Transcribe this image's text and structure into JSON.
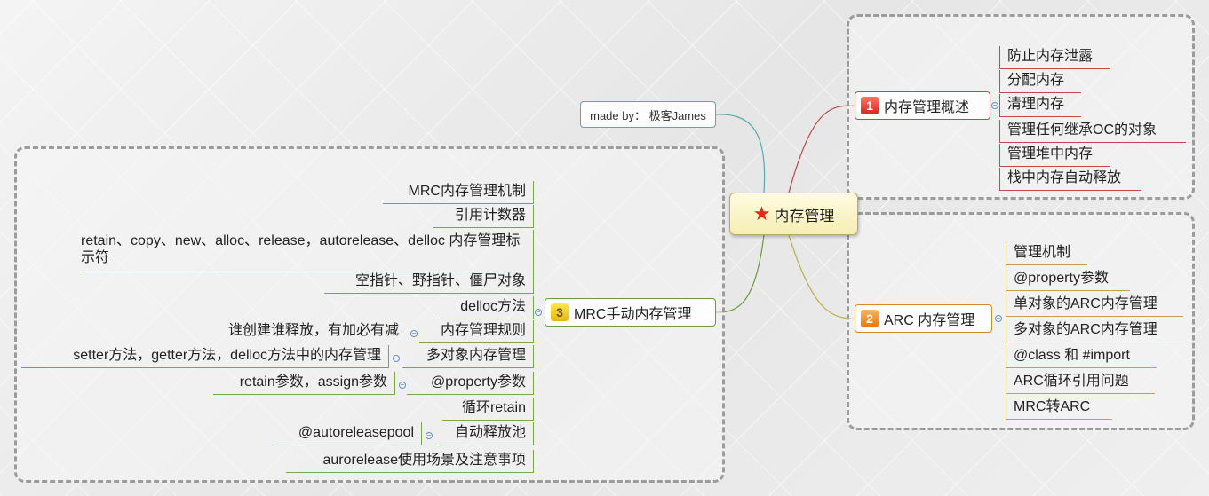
{
  "central": {
    "label": "内存管理",
    "icon": "star-icon"
  },
  "author": {
    "label": "made by： 极客James"
  },
  "branch1": {
    "number": "1",
    "label": "内存管理概述",
    "children": [
      "防止内存泄露",
      "分配内存",
      "清理内存",
      "管理任何继承OC的对象",
      "管理堆中内存",
      "栈中内存自动释放"
    ]
  },
  "branch2": {
    "number": "2",
    "label": "ARC 内存管理",
    "children": [
      "管理机制",
      "@property参数",
      "单对象的ARC内存管理",
      "多对象的ARC内存管理",
      "@class 和 #import",
      "ARC循环引用问题",
      "MRC转ARC"
    ]
  },
  "branch3": {
    "number": "3",
    "label": "MRC手动内存管理",
    "children": [
      {
        "label": "MRC内存管理机制"
      },
      {
        "label": "引用计数器"
      },
      {
        "label": "retain、copy、new、alloc、release，autorelease、delloc 内存管理标示符"
      },
      {
        "label": "空指针、野指针、僵尸对象"
      },
      {
        "label": "delloc方法"
      },
      {
        "label": "内存管理规则",
        "child": "谁创建谁释放，有加必有减"
      },
      {
        "label": "多对象内存管理",
        "child": "setter方法，getter方法，delloc方法中的内存管理"
      },
      {
        "label": "@property参数",
        "child": "retain参数，assign参数"
      },
      {
        "label": "循环retain"
      },
      {
        "label": "自动释放池",
        "child": "@autoreleasepool"
      },
      {
        "label": "aurorelease使用场景及注意事项"
      }
    ]
  }
}
